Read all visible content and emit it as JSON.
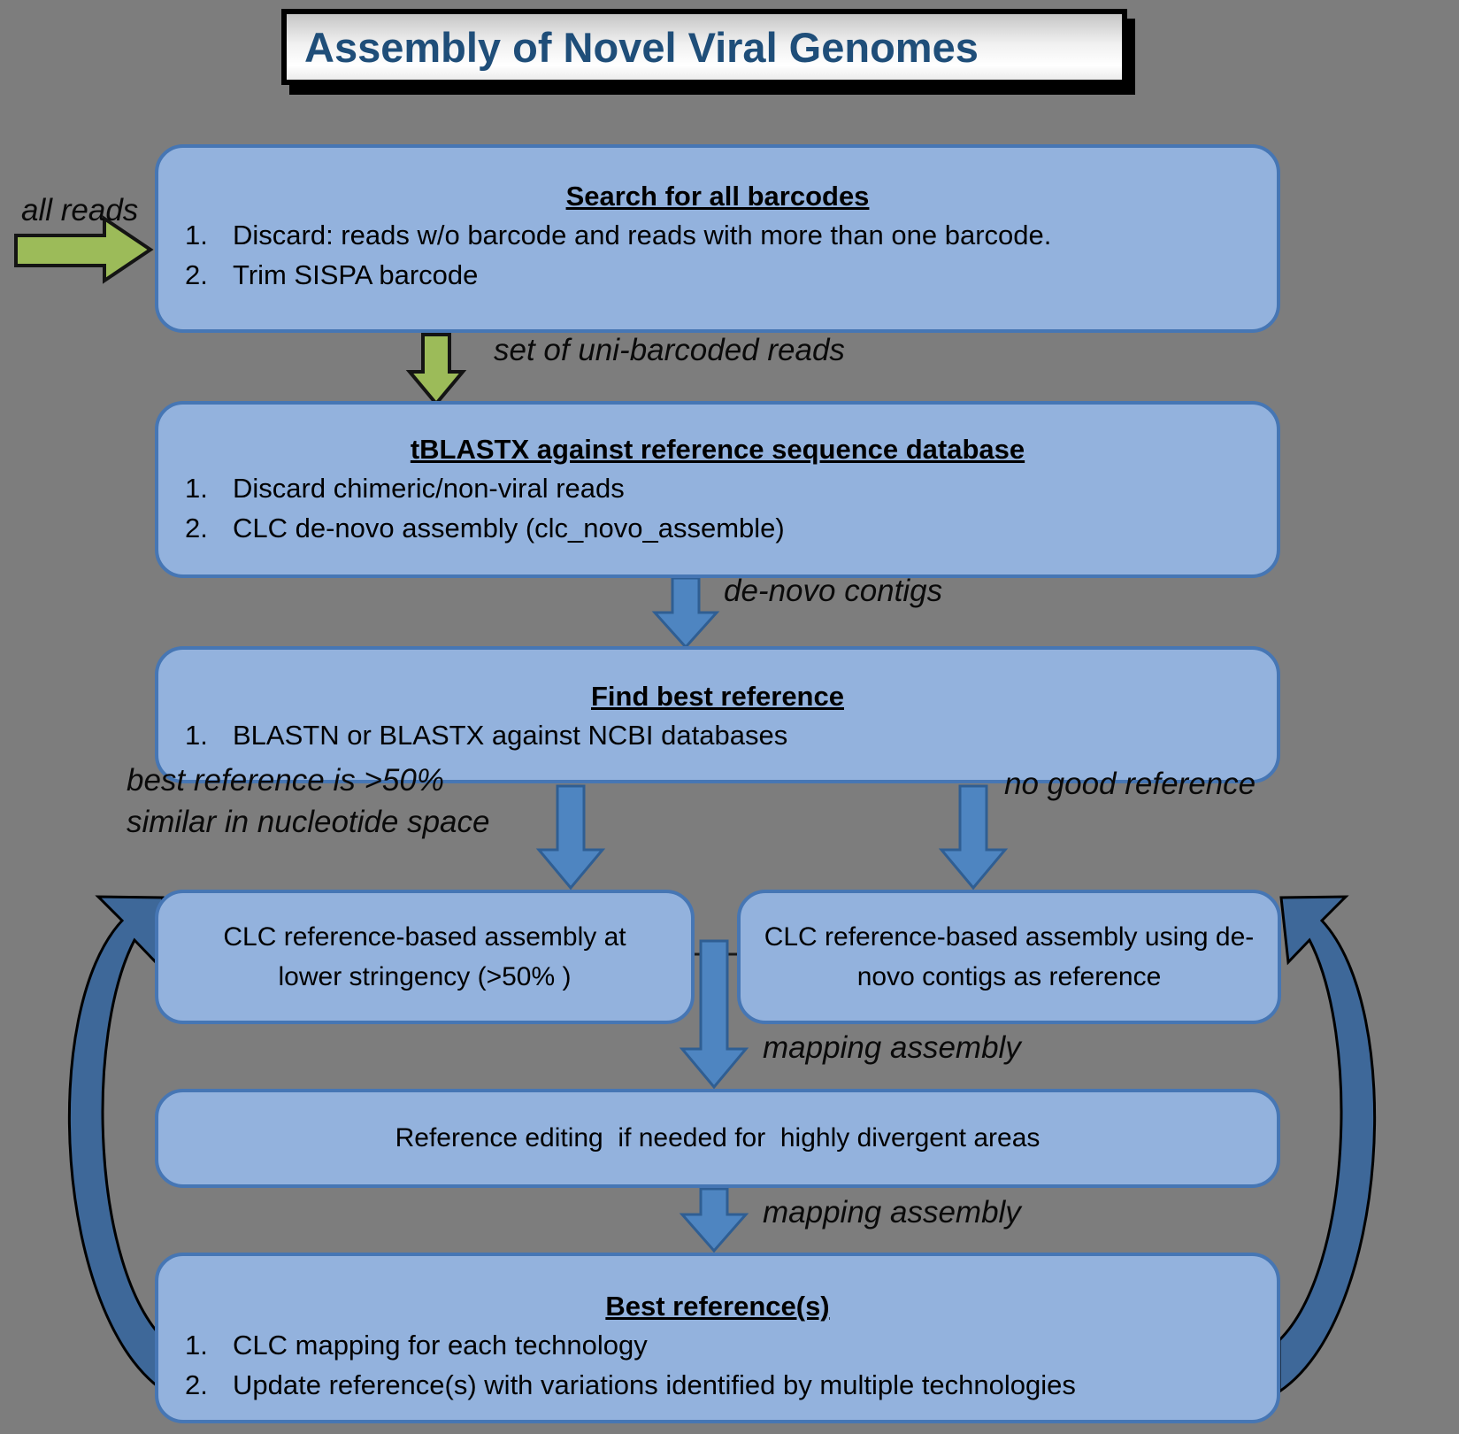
{
  "title": "Assembly of Novel Viral Genomes",
  "colors": {
    "background": "#7D7D7D",
    "box_fill": "#93B2DD",
    "box_border": "#4676B4",
    "green_arrow": "#9CBB59",
    "blue_arrow": "#4E85C1",
    "curve_arrow": "#3E6899",
    "title_text": "#1F4E79"
  },
  "boxes": {
    "search_barcodes": {
      "heading": "Search for all barcodes",
      "items": [
        {
          "num": "1.",
          "text": "Discard: reads w/o barcode and reads with more than one barcode."
        },
        {
          "num": "2.",
          "text": "Trim SISPA barcode"
        }
      ]
    },
    "tblastx": {
      "heading": "tBLASTX against reference sequence database",
      "items": [
        {
          "num": "1.",
          "text": "Discard chimeric/non-viral reads"
        },
        {
          "num": "2.",
          "text": "CLC de-novo assembly (clc_novo_assemble)"
        }
      ]
    },
    "find_best_reference": {
      "heading": "Find best reference",
      "items": [
        {
          "num": "1.",
          "text": "BLASTN or BLASTX against NCBI databases"
        }
      ]
    },
    "clc_lower_stringency": {
      "line1": "CLC reference-based assembly at",
      "line2": "lower stringency (>50% )"
    },
    "clc_denovo_reference": {
      "line1": "CLC reference-based assembly using de-",
      "line2": "novo contigs as reference"
    },
    "reference_editing": {
      "text": "Reference editing  if needed for  highly divergent areas"
    },
    "best_references": {
      "heading": "Best reference(s)",
      "items": [
        {
          "num": "1.",
          "text": "CLC mapping for each technology"
        },
        {
          "num": "2.",
          "text": "Update reference(s) with variations identified by multiple technologies"
        }
      ]
    }
  },
  "labels": {
    "all_reads": "all reads",
    "uni_barcoded": "set of uni-barcoded reads",
    "de_novo_contigs": "de-novo contigs",
    "best_ref_line1": "best reference is >50%",
    "best_ref_line2": "similar in nucleotide space",
    "no_good_reference": "no good reference",
    "mapping_assembly_1": "mapping assembly",
    "mapping_assembly_2": "mapping assembly"
  }
}
